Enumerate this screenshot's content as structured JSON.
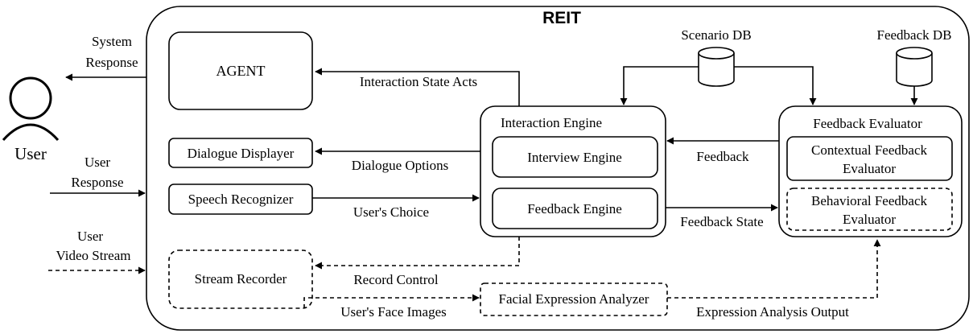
{
  "title": "REIT",
  "user": {
    "label": "User",
    "system_response": [
      "System",
      "Response"
    ],
    "user_response": [
      "User",
      "Response"
    ],
    "video_stream": [
      "User",
      "Video Stream"
    ]
  },
  "components": {
    "agent": "AGENT",
    "dialogue_displayer": "Dialogue Displayer",
    "speech_recognizer": "Speech Recognizer",
    "stream_recorder": "Stream Recorder",
    "interaction_engine": "Interaction Engine",
    "interview_engine": "Interview Engine",
    "feedback_engine": "Feedback Engine",
    "facial_expression_analyzer": "Facial Expression Analyzer",
    "feedback_evaluator": "Feedback Evaluator",
    "contextual_feedback_evaluator": [
      "Contextual Feedback",
      "Evaluator"
    ],
    "behavioral_feedback_evaluator": [
      "Behavioral Feedback",
      "Evaluator"
    ],
    "scenario_db": "Scenario DB",
    "feedback_db": "Feedback DB"
  },
  "edges": {
    "interaction_state_acts": "Interaction State Acts",
    "dialogue_options": "Dialogue Options",
    "users_choice": "User's Choice",
    "feedback": "Feedback",
    "feedback_state": "Feedback State",
    "record_control": "Record Control",
    "users_face_images": "User's Face Images",
    "expression_analysis_output": "Expression Analysis Output"
  }
}
